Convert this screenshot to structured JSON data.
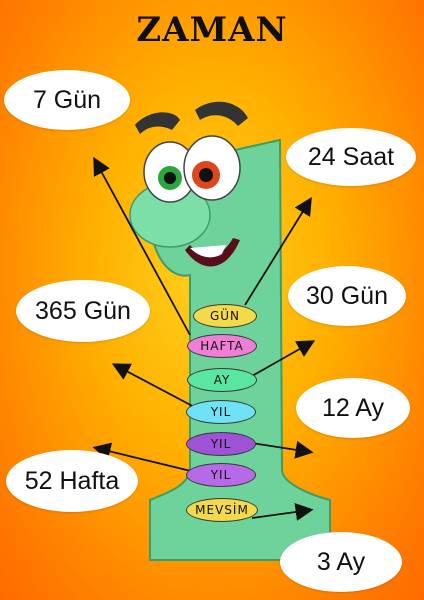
{
  "title": "ZAMAN",
  "bubbles": {
    "b7gun": "7 Gün",
    "b24saat": "24 Saat",
    "b365gun": "365 Gün",
    "b30gun": "30 Gün",
    "b12ay": "12 Ay",
    "b52hafta": "52 Hafta",
    "b3ay": "3 Ay"
  },
  "pills": {
    "gun": "GÜN",
    "hafta": "HAFTA",
    "ay": "AY",
    "yil1": "YIL",
    "yil2": "YIL",
    "yil3": "YIL",
    "mevsim": "MEVSİM"
  },
  "colors": {
    "gun": "#f4d94a",
    "hafta": "#f07ed6",
    "ay": "#58e6a0",
    "yil1": "#6fe3f5",
    "yil2": "#9e52d8",
    "yil3": "#b66ae8",
    "mevsim": "#f4d94a",
    "body": "#6dd39a"
  }
}
